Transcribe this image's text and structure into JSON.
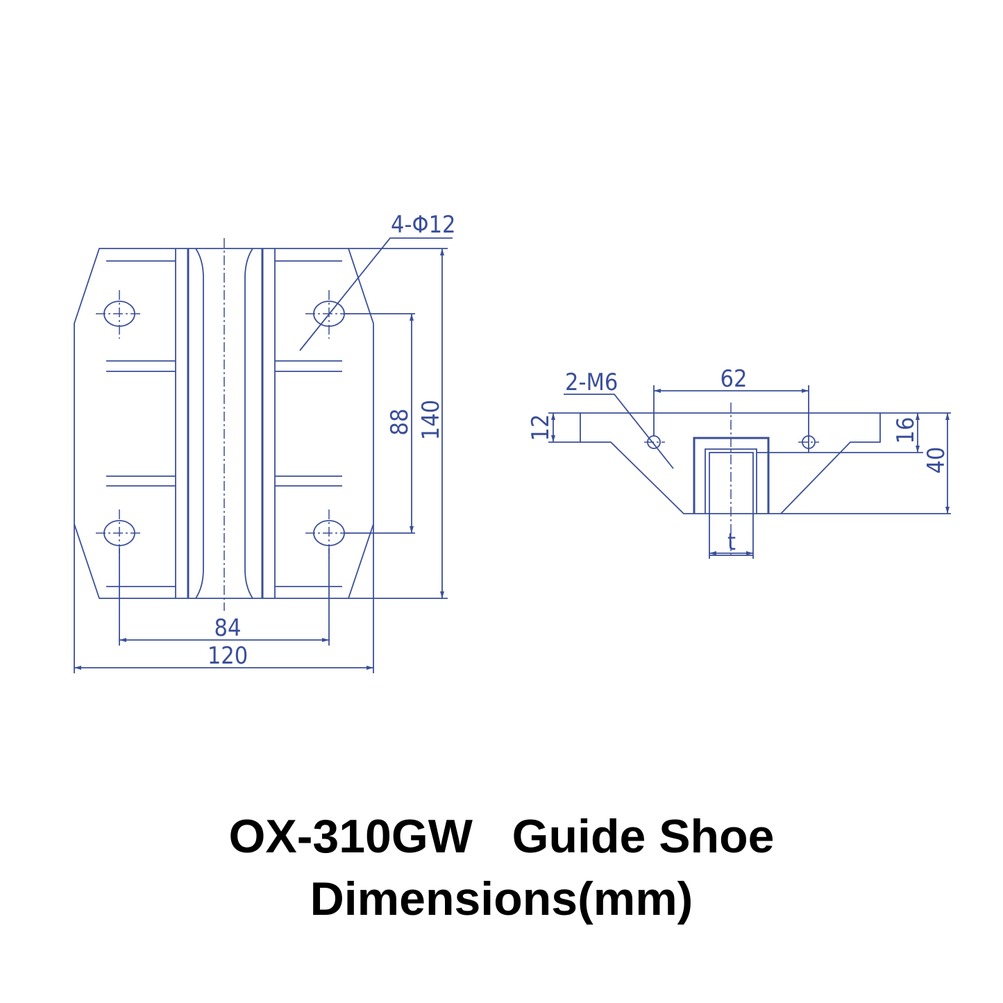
{
  "title": {
    "line1": "OX-310GW   Guide Shoe",
    "line2": "Dimensions(mm)"
  },
  "front_view": {
    "hole_callout": "4-Φ12",
    "dim_hole_vertical": "88",
    "dim_height": "140",
    "dim_hole_horizontal": "84",
    "dim_width": "120"
  },
  "side_view": {
    "thread_callout": "2-M6",
    "dim_thread_spacing": "62",
    "dim_left_flange": "12",
    "dim_right_flange": "16",
    "dim_total_height": "40",
    "dim_slot": "t"
  },
  "colors": {
    "line": "#3b4f98",
    "title": "#000000"
  }
}
